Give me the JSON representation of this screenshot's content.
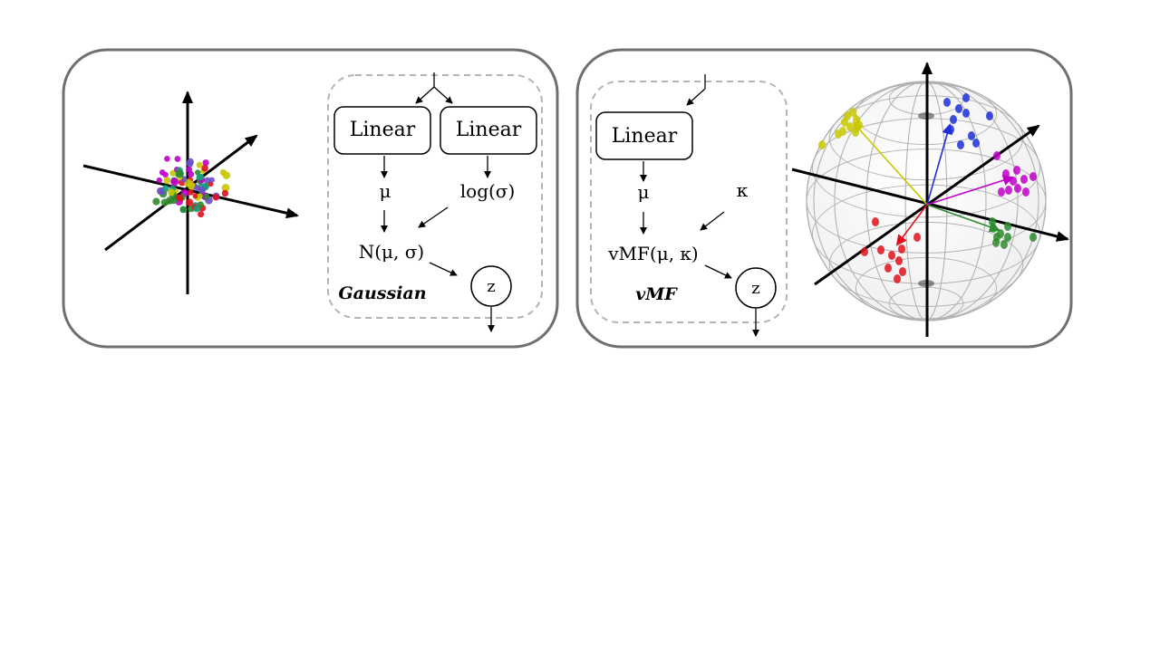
{
  "gaussian_panel": {
    "linear_left": "Linear",
    "linear_right": "Linear",
    "mu": "μ",
    "log_sigma": "log(σ)",
    "dist": "N(μ, σ)",
    "z": "z",
    "title": "Gaussian"
  },
  "vmf_panel": {
    "linear": "Linear",
    "mu": "μ",
    "kappa": "κ",
    "dist": "vMF(μ, κ)",
    "z": "z",
    "title": "vMF"
  },
  "colors": {
    "panel_border": "#6f6f6f",
    "dashed_border": "#b4b4b4",
    "cluster_yellow": "#c8c800",
    "cluster_blue": "#1f2fd8",
    "cluster_magenta": "#c000c8",
    "cluster_green": "#2e8b2e",
    "cluster_red": "#e0101a",
    "cluster_purple": "#6a4fc8",
    "cluster_teal": "#1a9a7a"
  }
}
